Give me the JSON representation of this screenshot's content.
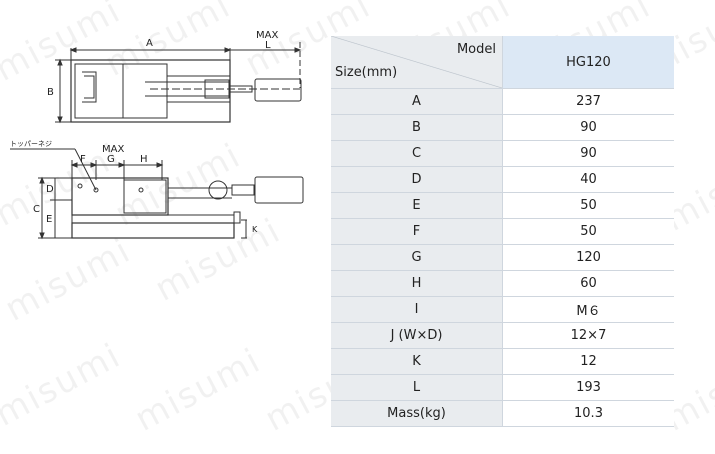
{
  "diagram": {
    "top_view": {
      "dim_a": "A",
      "dim_b": "B",
      "dim_max": "MAX",
      "dim_l": "L"
    },
    "side_view": {
      "note": "トッパーネジ",
      "dim_f": "F",
      "dim_g": "G",
      "dim_h": "H",
      "dim_max": "MAX",
      "dim_c": "C",
      "dim_d": "D",
      "dim_e": "E",
      "dim_k": "K"
    }
  },
  "watermark_text": "misumi",
  "table": {
    "header": {
      "model_label": "Model",
      "size_label": "Size(mm)",
      "model_value": "HG120"
    },
    "rows": [
      {
        "label": "A",
        "value": "237"
      },
      {
        "label": "B",
        "value": "90"
      },
      {
        "label": "C",
        "value": "90"
      },
      {
        "label": "D",
        "value": "40"
      },
      {
        "label": "E",
        "value": "50"
      },
      {
        "label": "F",
        "value": "50"
      },
      {
        "label": "G",
        "value": "120"
      },
      {
        "label": "H",
        "value": "60"
      },
      {
        "label": "I",
        "value": "M６"
      },
      {
        "label": "J (W×D)",
        "value": "12×7"
      },
      {
        "label": "K",
        "value": "12"
      },
      {
        "label": "L",
        "value": "193"
      },
      {
        "label": "Mass(kg)",
        "value": "10.3"
      }
    ]
  }
}
